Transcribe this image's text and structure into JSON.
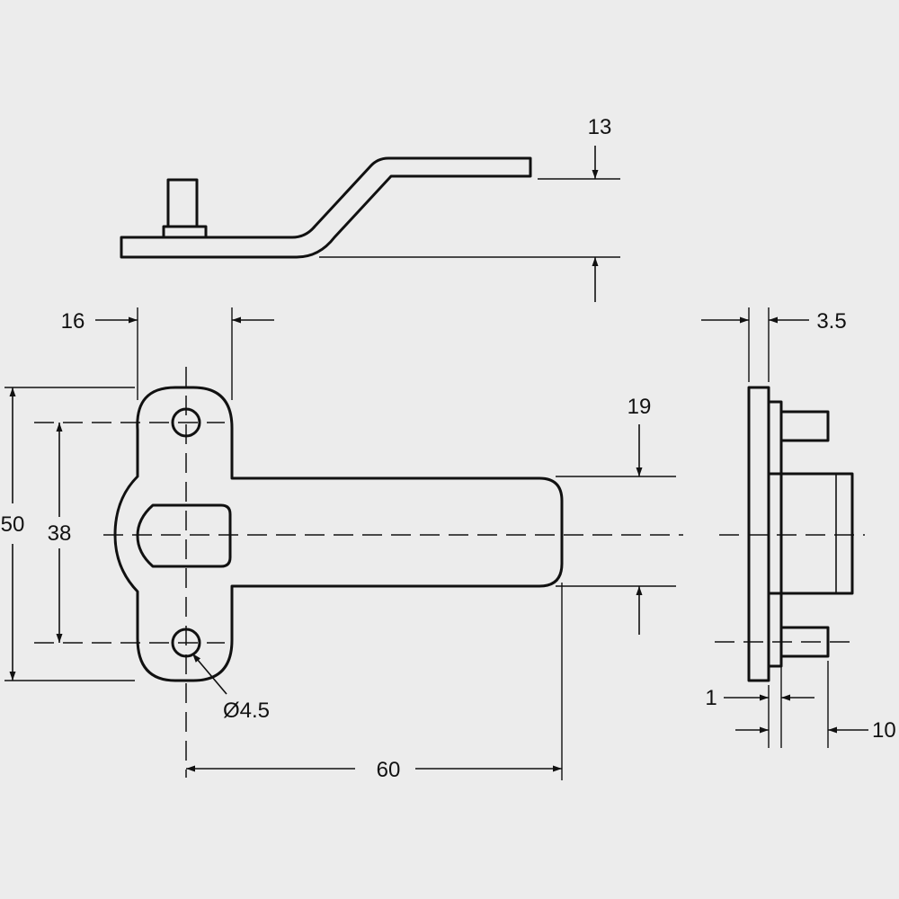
{
  "colors": {
    "background": "#ececec",
    "line": "#111111"
  },
  "dimensions": {
    "offset_height": "13",
    "flange_width": "16",
    "plate_thickness": "3.5",
    "arm_width": "19",
    "overall_height": "50",
    "hole_spacing": "38",
    "hole_diameter": "Ø4.5",
    "arm_length": "60",
    "step": "1",
    "pin_length": "10"
  }
}
